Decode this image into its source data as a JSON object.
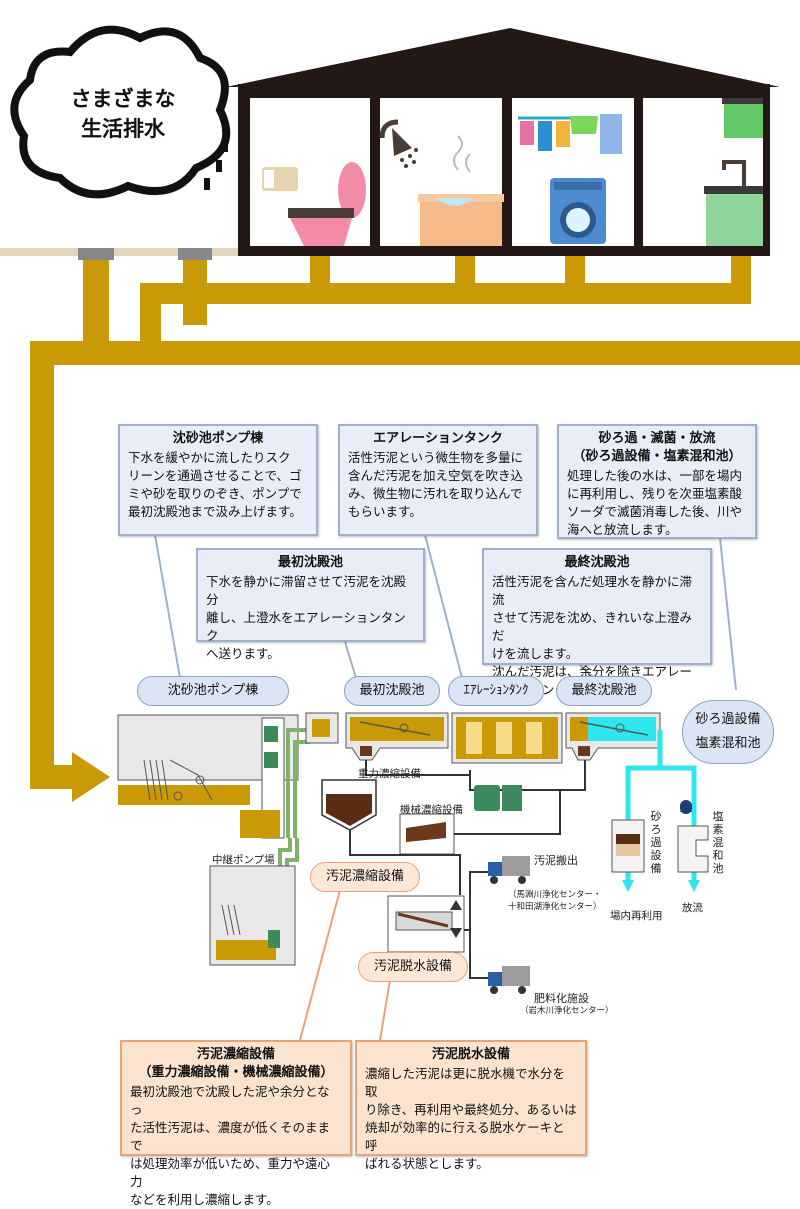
{
  "header": {
    "title_line1": "さまざまな",
    "title_line2": "生活排水"
  },
  "boxes": {
    "grit": {
      "title": "沈砂池ポンプ棟",
      "text": "下水を緩やかに流したりスク\nリーンを通過させることで、ゴ\nミや砂を取りのぞき、ポンプで\n最初沈殿池まで汲み上げます。"
    },
    "aeration": {
      "title": "エアレーションタンク",
      "text": "活性汚泥という微生物を多量に\n含んだ汚泥を加え空気を吹き込\nみ、微生物に汚れを取り込んで\nもらいます。"
    },
    "filter": {
      "title1": "砂ろ過・滅菌・放流",
      "title2": "（砂ろ過設備・塩素混和池）",
      "text": "処理した後の水は、一部を場内\nに再利用し、残りを次亜塩素酸\nソーダで滅菌消毒した後、川や\n海へと放流します。"
    },
    "primary": {
      "title": "最初沈殿池",
      "text": "下水を静かに滞留させて汚泥を沈殿分\n離し、上澄水をエアレーションタンク\nへ送ります。"
    },
    "final": {
      "title": "最終沈殿池",
      "text": "活性汚泥を含んだ処理水を静かに滞流\nさせて汚泥を沈め、きれいな上澄みだ\nけを流します。\n沈んだ汚泥は、余分を除きエアレー\nションタンクへと戻します。"
    },
    "thicken": {
      "title1": "汚泥濃縮設備",
      "title2": "（重力濃縮設備・機械濃縮設備）",
      "text": "最初沈殿池で沈殿した泥や余分となっ\nた活性汚泥は、濃度が低くそのままで\nは処理効率が低いため、重力や遠心力\nなどを利用し濃縮します。"
    },
    "dewater": {
      "title": "汚泥脱水設備",
      "text": "濃縮した汚泥は更に脱水機で水分を取\nり除き、再利用や最終処分、あるいは\n焼却が効率的に行える脱水ケーキと呼\nばれる状態とします。"
    }
  },
  "pills": {
    "grit": "沈砂池ポンプ棟",
    "primary": "最初沈殿池",
    "aeration": "ｴｱﾚｰｼｮﾝﾀﾝｸ",
    "final": "最終沈殿池",
    "filter_line1": "砂ろ過設備",
    "filter_line2": "塩素混和池",
    "thicken": "汚泥濃縮設備",
    "dewater": "汚泥脱水設備"
  },
  "labels": {
    "gravity": "重力濃縮設備",
    "mechanical": "機械濃縮設備",
    "relay": "中継ポンプ場",
    "sludge_out": "汚泥搬出",
    "sludge_out_dest1": "（馬淵川浄化センター・",
    "sludge_out_dest2": "十和田湖浄化センター）",
    "fertilizer": "肥料化施設",
    "fertilizer_dest": "（岩木川浄化センター）",
    "sand_filter_v": "砂ろ過設備",
    "chlorine_v": "塩素混和池",
    "reuse": "場内再利用",
    "discharge": "放流"
  },
  "colors": {
    "pipe": "#c99a05",
    "water": "#2ee6ee",
    "green_pipe": "#7db46a",
    "house": "#231815",
    "box_border": "#9fb0cf",
    "orange_border": "#e8a477"
  }
}
